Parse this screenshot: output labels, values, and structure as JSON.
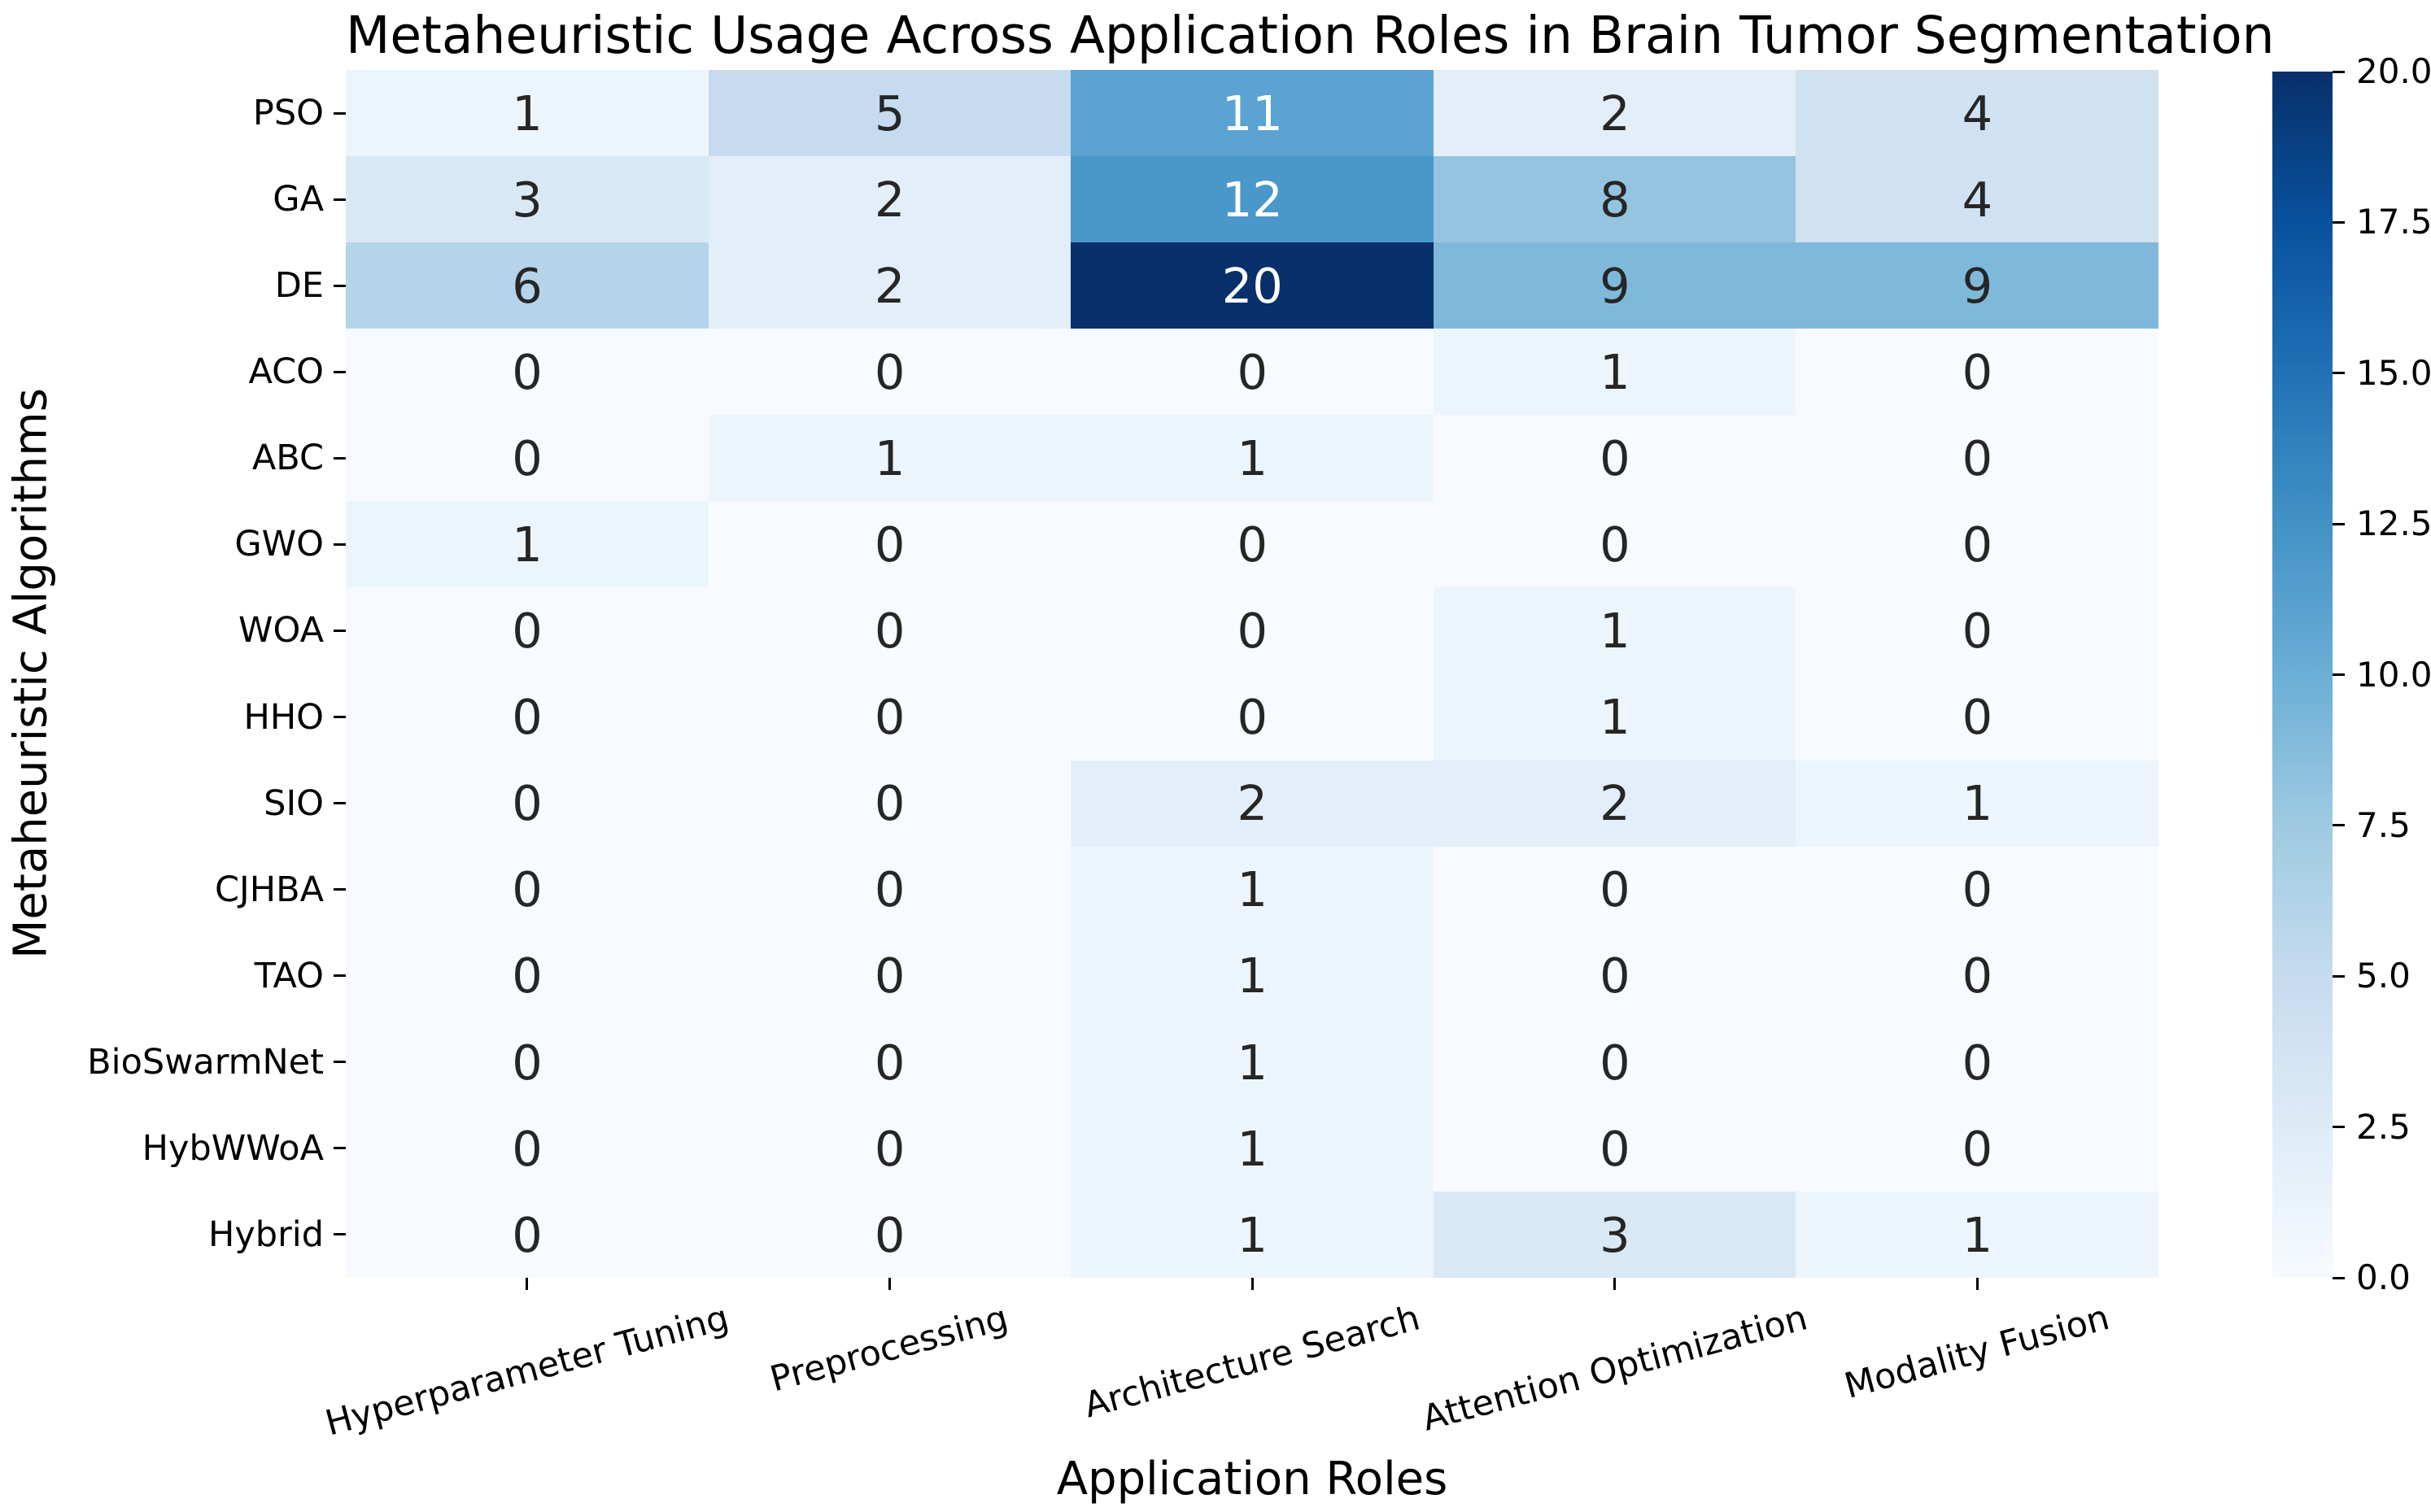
{
  "chart_data": {
    "type": "heatmap",
    "title": "Metaheuristic Usage Across Application Roles in Brain Tumor Segmentation",
    "xlabel": "Application Roles",
    "ylabel": "Metaheuristic Algorithms",
    "x_categories": [
      "Hyperparameter Tuning",
      "Preprocessing",
      "Architecture Search",
      "Attention Optimization",
      "Modality Fusion"
    ],
    "y_categories": [
      "PSO",
      "GA",
      "DE",
      "ACO",
      "ABC",
      "GWO",
      "WOA",
      "HHO",
      "SIO",
      "CJHBA",
      "TAO",
      "BioSwarmNet",
      "HybWWoA",
      "Hybrid"
    ],
    "values": [
      [
        1,
        5,
        11,
        2,
        4
      ],
      [
        3,
        2,
        12,
        8,
        4
      ],
      [
        6,
        2,
        20,
        9,
        9
      ],
      [
        0,
        0,
        0,
        1,
        0
      ],
      [
        0,
        1,
        1,
        0,
        0
      ],
      [
        1,
        0,
        0,
        0,
        0
      ],
      [
        0,
        0,
        0,
        1,
        0
      ],
      [
        0,
        0,
        0,
        1,
        0
      ],
      [
        0,
        0,
        2,
        2,
        1
      ],
      [
        0,
        0,
        1,
        0,
        0
      ],
      [
        0,
        0,
        1,
        0,
        0
      ],
      [
        0,
        0,
        1,
        0,
        0
      ],
      [
        0,
        0,
        1,
        0,
        0
      ],
      [
        0,
        0,
        1,
        3,
        1
      ]
    ],
    "vmin": 0,
    "vmax": 20,
    "colormap": "Blues",
    "colormap_stops": [
      "#f7fbff",
      "#deebf7",
      "#c6dbef",
      "#9ecae1",
      "#6baed6",
      "#4292c6",
      "#2171b5",
      "#08519c",
      "#08306b"
    ],
    "colorbar_tick_values": [
      0.0,
      2.5,
      5.0,
      7.5,
      10.0,
      12.5,
      15.0,
      17.5,
      20.0
    ],
    "colorbar_tick_labels": [
      "0.0",
      "2.5",
      "5.0",
      "7.5",
      "10.0",
      "12.5",
      "15.0",
      "17.5",
      "20.0"
    ],
    "annotation_color_dark": "#262626",
    "annotation_color_light": "#ffffff",
    "legend_position": "right-colorbar",
    "grid": false
  }
}
